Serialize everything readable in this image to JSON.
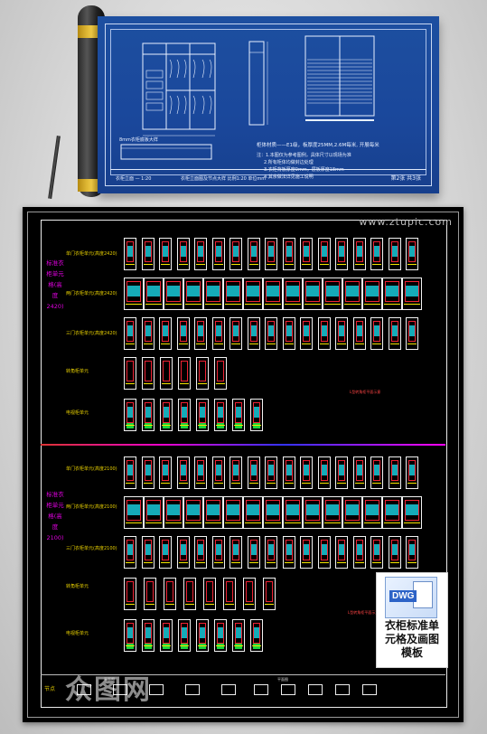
{
  "banner": {
    "title_note": "8mm衣柜底板大样",
    "note_line1": "柜体材质——E1级，板厚度25MM,2.6M每米, 开展每米",
    "note_line2": "注：1.本图仅为参考图例，具体尺寸以现场为准",
    "note_line3": "2.所有柜体均做封边处理",
    "note_line4": "3.衣柜背板厚度9mm，层板厚度18mm",
    "note_line5": "4.其余做法详见施工说明",
    "footer_left": "衣柜立面 — 1:20",
    "footer_mid": "衣柜立面图及节点大样 比例1:20 单位mm",
    "footer_right": "第2张 共3张"
  },
  "cad": {
    "watermark_site": "www.ztupic.com",
    "section1_label": "标准衣柜单元格(高度2420)",
    "section2_label": "标准衣柜单元格(高度2100)",
    "rows1": [
      "单门衣柜单元(高度2420)",
      "两门衣柜单元(高度2420)",
      "三门衣柜单元(高度2420)",
      "转角柜单元",
      "电视柜单元"
    ],
    "rows2": [
      "单门衣柜单元(高度2100)",
      "两门衣柜单元(高度2100)",
      "三门衣柜单元(高度2100)",
      "转角柜单元",
      "电视柜单元"
    ],
    "corner_note": "L型转角柜平面示意",
    "footer_label": "节点",
    "footer_mid_label": "平面图",
    "footer_right_label": "平面图"
  },
  "dwg_badge": {
    "tag": "DWG",
    "line1": "衣柜标准单",
    "line2": "元格及画图",
    "line3": "模板"
  },
  "watermark": "众图网",
  "colors": {
    "blueprint": "#1d4fa0",
    "cad_bg": "#000000",
    "cyan": "#19c9d8",
    "magenta": "#e000e0",
    "yellow": "#e8d000",
    "green": "#1bd53a"
  }
}
